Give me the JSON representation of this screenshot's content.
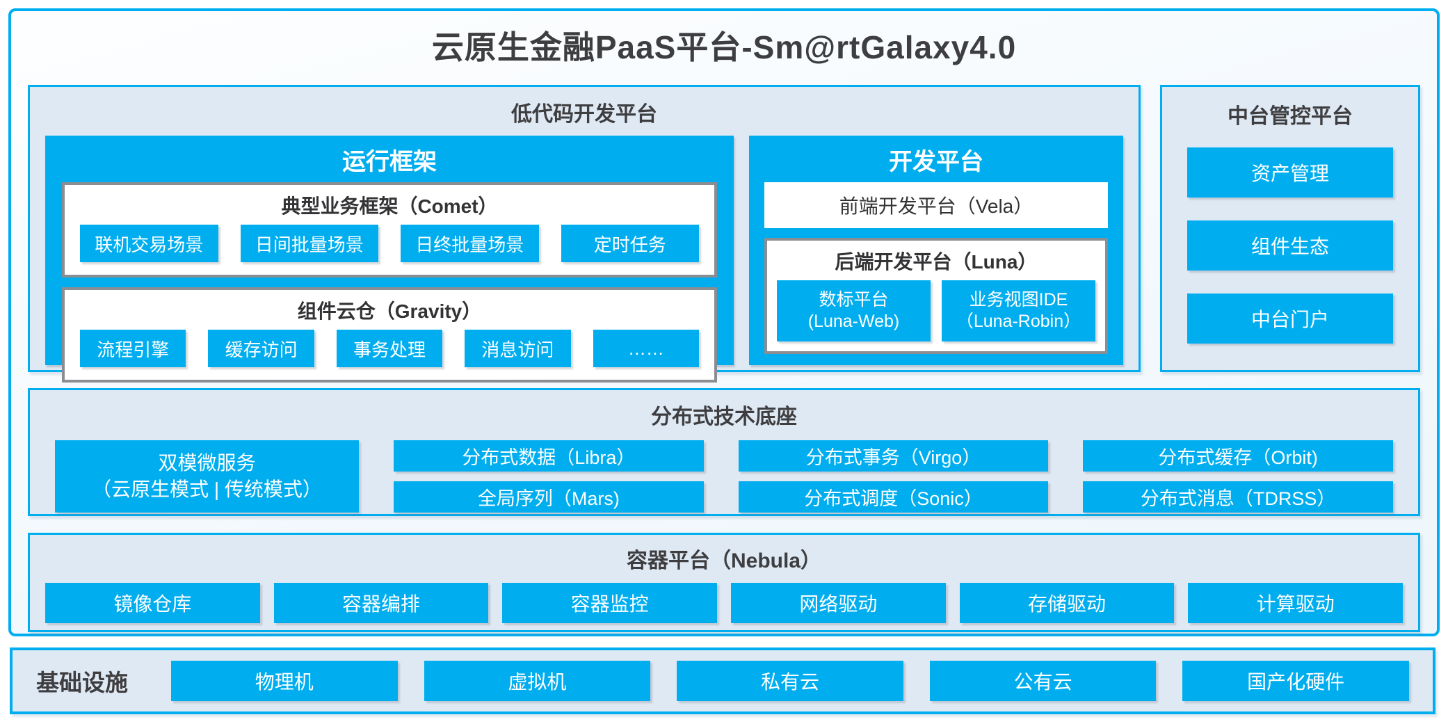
{
  "title": "云原生金融PaaS平台-Sm@rtGalaxy4.0",
  "colors": {
    "accent": "#00AEEF",
    "panel_bg": "#DFE9F4",
    "gray_border": "#8A8D92",
    "text_dark": "#3D3D40"
  },
  "low_code": {
    "title": "低代码开发平台",
    "runtime": {
      "title": "运行框架",
      "comet": {
        "title": "典型业务框架（Comet）",
        "items": [
          "联机交易场景",
          "日间批量场景",
          "日终批量场景",
          "定时任务"
        ]
      },
      "gravity": {
        "title": "组件云仓（Gravity）",
        "items": [
          "流程引擎",
          "缓存访问",
          "事务处理",
          "消息访问",
          "……"
        ]
      }
    },
    "dev": {
      "title": "开发平台",
      "vela": "前端开发平台（Vela）",
      "luna": {
        "title": "后端开发平台（Luna）",
        "items": [
          {
            "line1": "数标平台",
            "line2": "(Luna-Web)"
          },
          {
            "line1": "业务视图IDE",
            "line2": "（Luna-Robin）"
          }
        ]
      }
    }
  },
  "middle_platform": {
    "title": "中台管控平台",
    "items": [
      "资产管理",
      "组件生态",
      "中台门户"
    ]
  },
  "distributed": {
    "title": "分布式技术底座",
    "big_block": {
      "line1": "双模微服务",
      "line2": "（云原生模式 | 传统模式）"
    },
    "columns": [
      [
        "分布式数据（Libra）",
        "全局序列（Mars)"
      ],
      [
        "分布式事务（Virgo）",
        "分布式调度（Sonic）"
      ],
      [
        "分布式缓存（Orbit)",
        "分布式消息（TDRSS）"
      ]
    ]
  },
  "container_platform": {
    "title": "容器平台（Nebula）",
    "items": [
      "镜像仓库",
      "容器编排",
      "容器监控",
      "网络驱动",
      "存储驱动",
      "计算驱动"
    ]
  },
  "infrastructure": {
    "title": "基础设施",
    "items": [
      "物理机",
      "虚拟机",
      "私有云",
      "公有云",
      "国产化硬件"
    ]
  }
}
